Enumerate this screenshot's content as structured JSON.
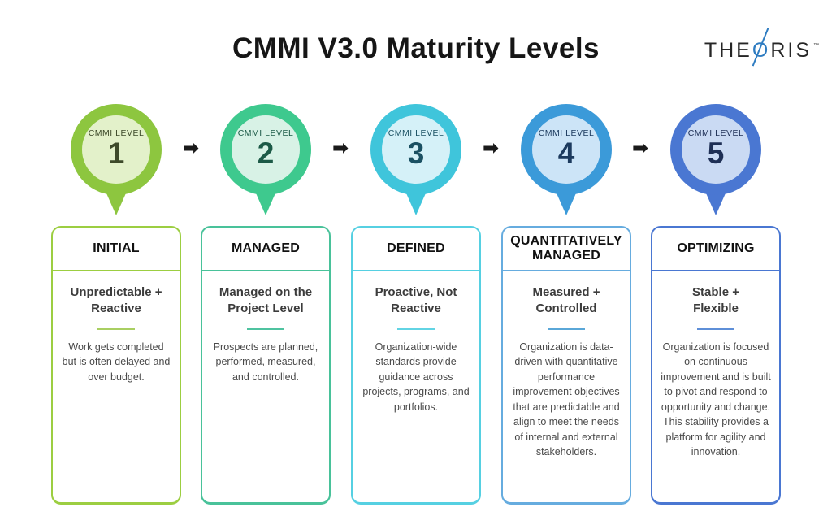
{
  "page": {
    "title": "CMMI V3.0 Maturity Levels"
  },
  "logo": {
    "pre": "THE",
    "o": "O",
    "post": "RIS",
    "mark": "™",
    "accent": "#2E7CC1",
    "text_color": "#262626"
  },
  "arrow": {
    "glyph": "➡",
    "color": "#1a1a1a"
  },
  "levels": [
    {
      "badge_label": "CMMI LEVEL",
      "number": "1",
      "title": "INITIAL",
      "subtitle": "Unpredictable +\nReactive",
      "body": "Work gets completed but is often delayed and over budget.",
      "colors": {
        "ring": "#8DC63F",
        "inner": "#E3F1CA",
        "text": "#3E4A2A",
        "border": "#9CCE41",
        "divider": "#A9CF62"
      }
    },
    {
      "badge_label": "CMMI LEVEL",
      "number": "2",
      "title": "MANAGED",
      "subtitle": "Managed on the\nProject Level",
      "body": "Prospects are planned, performed, measured, and controlled.",
      "colors": {
        "ring": "#3EC98E",
        "inner": "#D8F2E6",
        "text": "#1C5A47",
        "border": "#49C29A",
        "divider": "#4FC3A0"
      }
    },
    {
      "badge_label": "CMMI LEVEL",
      "number": "3",
      "title": "DEFINED",
      "subtitle": "Proactive, Not\nReactive",
      "body": "Organization-wide standards provide guidance across projects, programs, and portfolios.",
      "colors": {
        "ring": "#3FC5DB",
        "inner": "#D5F1F8",
        "text": "#1B5163",
        "border": "#56D0E2",
        "divider": "#62D4E4"
      }
    },
    {
      "badge_label": "CMMI LEVEL",
      "number": "4",
      "title": "QUANTITATIVELY\nMANAGED",
      "subtitle": "Measured +\nControlled",
      "body": "Organization is data-driven with quantitative performance improvement objectives that are predictable and align to meet the needs of internal and external stakeholders.",
      "colors": {
        "ring": "#3B9AD9",
        "inner": "#CCE4F7",
        "text": "#1C3A5E",
        "border": "#66ACDF",
        "divider": "#5AA7D8"
      }
    },
    {
      "badge_label": "CMMI LEVEL",
      "number": "5",
      "title": "OPTIMIZING",
      "subtitle": "Stable +\nFlexible",
      "body": "Organization is focused on continuous improvement and is built to pivot and respond to opportunity and change. This stability provides a platform for agility and innovation.",
      "colors": {
        "ring": "#4A77D2",
        "inner": "#CADAF3",
        "text": "#1E2F55",
        "border": "#4A77D2",
        "divider": "#5E8FD8"
      }
    }
  ]
}
